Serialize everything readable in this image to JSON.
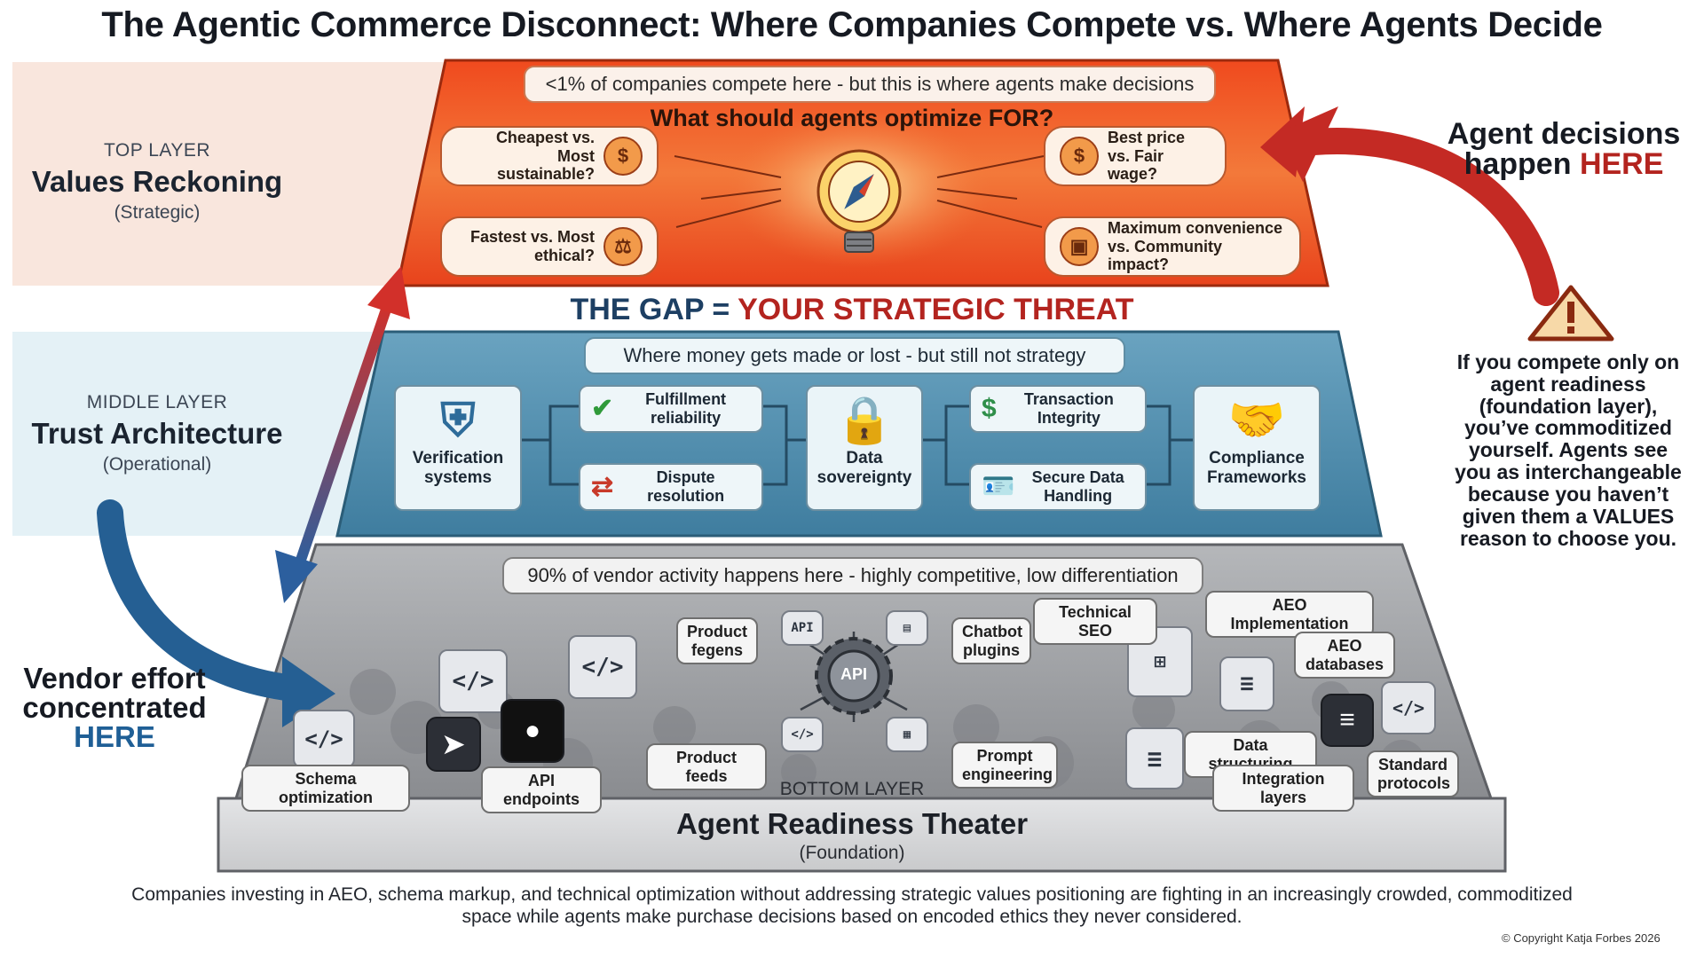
{
  "title": "The Agentic Commerce Disconnect: Where Companies Compete vs. Where Agents Decide",
  "top_layer": {
    "kicker": "TOP LAYER",
    "name": "Values Reckoning",
    "sub": "(Strategic)",
    "banner": "<1% of companies compete here - but this is where agents make decisions",
    "question": "What should agents optimize FOR?",
    "options": [
      {
        "label": "Cheapest vs. Most sustainable?",
        "icon": "money-hand-icon"
      },
      {
        "label": "Fastest vs. Most ethical?",
        "icon": "scales-icon"
      },
      {
        "label": "Best price vs. Fair wage?",
        "icon": "money-hands-icon"
      },
      {
        "label": "Maximum convenience vs. Community impact?",
        "icon": "package-icon"
      }
    ],
    "center_icon": "compass-lightbulb-icon"
  },
  "gap": {
    "prefix": "THE GAP = ",
    "emphasis": "YOUR STRATEGIC THREAT"
  },
  "middle_layer": {
    "kicker": "MIDDLE LAYER",
    "name": "Trust Architecture",
    "sub": "(Operational)",
    "banner": "Where money gets made or lost - but still not strategy",
    "cards": [
      {
        "label": "Verification systems",
        "icon": "shield-lock-icon"
      },
      {
        "label": "Data sovereignty",
        "icon": "padlock-globe-icon"
      },
      {
        "label": "Compliance Frameworks",
        "icon": "handshake-icon"
      }
    ],
    "small_cards": [
      {
        "label": "Fulfillment reliability",
        "icon": "checkmark-icon"
      },
      {
        "label": "Dispute resolution",
        "icon": "dispute-icon"
      },
      {
        "label": "Transaction Integrity",
        "icon": "coin-hand-icon"
      },
      {
        "label": "Secure Data Handling",
        "icon": "id-card-icon"
      }
    ]
  },
  "bottom_layer": {
    "kicker": "BOTTOM LAYER",
    "name": "Agent Readiness Theater",
    "sub": "(Foundation)",
    "banner": "90% of vendor activity happens here - highly competitive, low differentiation",
    "tags": {
      "schema": "Schema optimization",
      "api_endpoints": "API endpoints",
      "product_fegens": "Product fegens",
      "product_feeds": "Product feeds",
      "chatbot": "Chatbot plugins",
      "tech_seo": "Technical SEO",
      "aeo_impl": "AEO Implementation",
      "aeo_db": "AEO databases",
      "prompt": "Prompt engineering",
      "data_struct": "Data structuring",
      "integration": "Integration layers",
      "standard": "Standard protocols"
    },
    "center_icon_label": "API",
    "api_tile_label": "API",
    "code_glyph": "</>"
  },
  "right_callout": {
    "line1": "Agent decisions",
    "line2_prefix": "happen ",
    "line2_emphasis": "HERE",
    "warning_icon": "warning-triangle-icon",
    "body": "If you compete only on agent readiness (foundation layer), you’ve commoditized yourself. Agents see you as interchangeable because you haven’t given them a VALUES reason to choose you."
  },
  "left_callout": {
    "line1": "Vendor effort",
    "line2": "concentrated",
    "line3": "HERE"
  },
  "footer": "Companies investing in AEO, schema markup, and technical optimization without addressing strategic values positioning are fighting in an increasingly crowded, commoditized space while agents make purchase decisions based on encoded ethics they never considered.",
  "copyright": "© Copyright Katja Forbes 2026",
  "colors": {
    "top_layer": "#ee5a2a",
    "middle_layer": "#4f8fb0",
    "bottom_layer": "#9a9ca0",
    "accent_red": "#c0282a",
    "accent_blue": "#1f5f96"
  }
}
